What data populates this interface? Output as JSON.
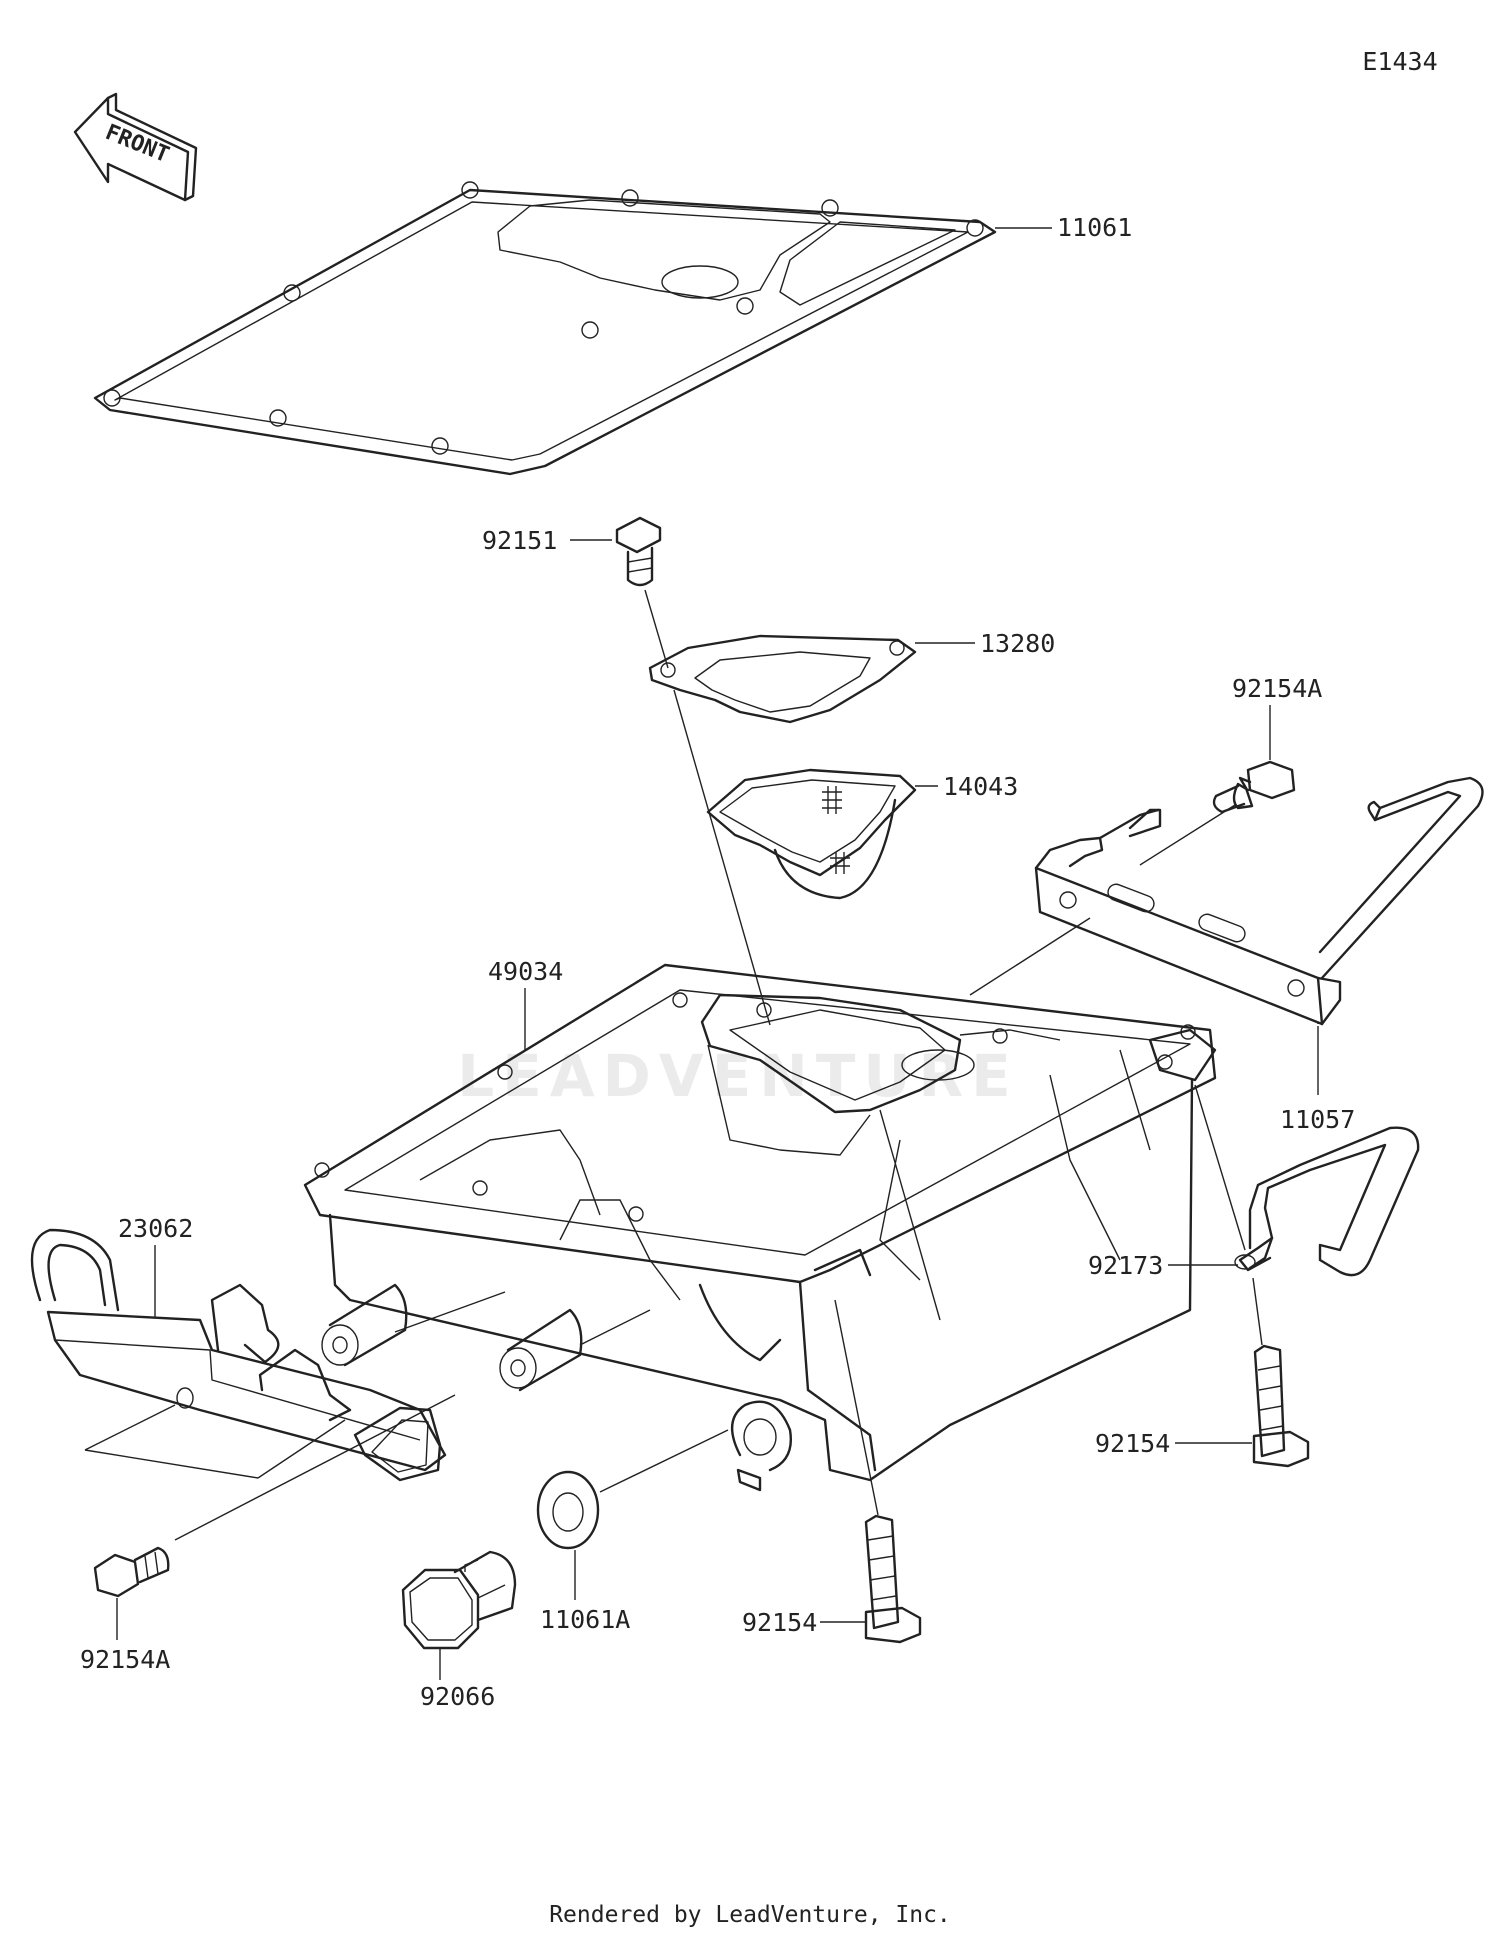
{
  "diagram_code": "E1434",
  "front_arrow_label": "FRONT",
  "footer": "Rendered by LeadVenture, Inc.",
  "watermark": "LEADVENTURE",
  "parts": [
    {
      "number": "11061",
      "name": "oil-pan-gasket"
    },
    {
      "number": "92151",
      "name": "strainer-bolt"
    },
    {
      "number": "13280",
      "name": "strainer-plate"
    },
    {
      "number": "14043",
      "name": "oil-strainer"
    },
    {
      "number": "92154A",
      "name": "bracket-bolt"
    },
    {
      "number": "11057",
      "name": "bracket"
    },
    {
      "number": "49034",
      "name": "oil-pan"
    },
    {
      "number": "23062",
      "name": "hose-bracket"
    },
    {
      "number": "92173",
      "name": "clamp"
    },
    {
      "number": "92154",
      "name": "pan-bolt-right"
    },
    {
      "number": "92154A",
      "name": "bracket-bolt-left"
    },
    {
      "number": "92066",
      "name": "drain-plug"
    },
    {
      "number": "11061A",
      "name": "drain-gasket"
    },
    {
      "number": "92154",
      "name": "pan-bolt-bottom"
    }
  ]
}
